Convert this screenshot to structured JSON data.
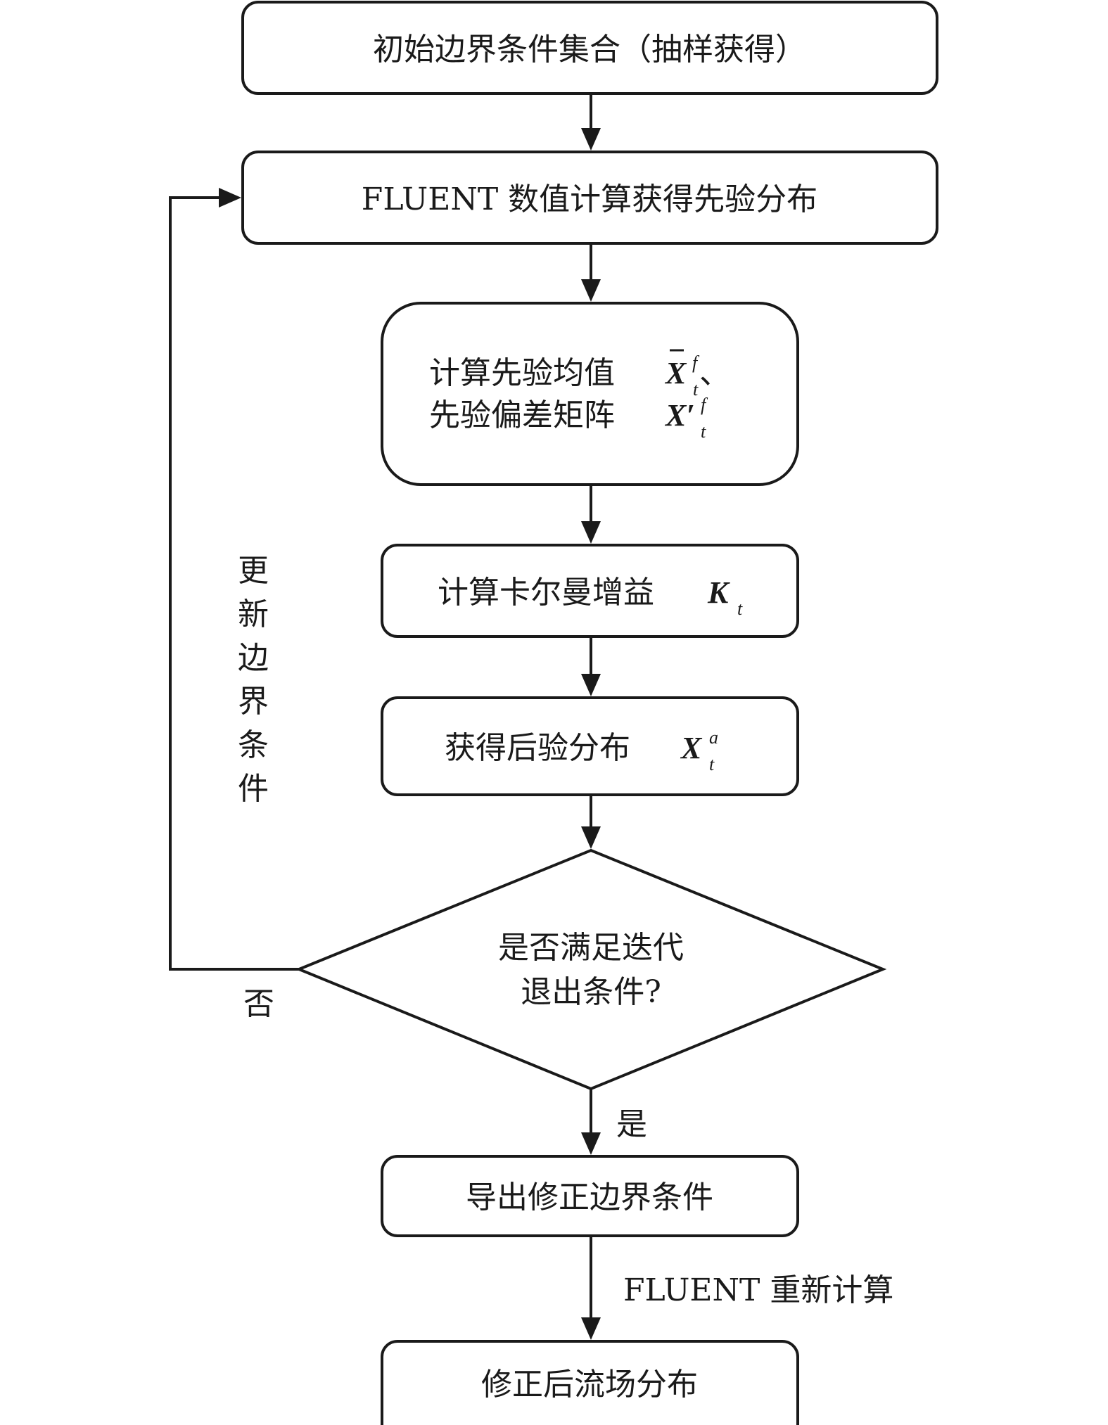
{
  "nodes": {
    "start": {
      "text": "初始边界条件集合（抽样获得）"
    },
    "fluent_prior": {
      "text": "FLUENT 数值计算获得先验分布"
    },
    "prior_stats": {
      "line1": "计算先验均值",
      "line1_sep": "、",
      "line2": "先验偏差矩阵",
      "mean_symbol": {
        "base": "X",
        "sup": "f",
        "sub": "t"
      },
      "dev_symbol": {
        "base": "X′",
        "sup": "f",
        "sub": "t"
      }
    },
    "kalman_gain": {
      "text": "计算卡尔曼增益",
      "symbol": {
        "base": "K",
        "sub": "t"
      }
    },
    "posterior": {
      "text": "获得后验分布",
      "symbol": {
        "base": "X",
        "sup": "a",
        "sub": "t"
      }
    },
    "decision": {
      "line1": "是否满足迭代",
      "line2": "退出条件?"
    },
    "export": {
      "text": "导出修正边界条件"
    },
    "result": {
      "text": "修正后流场分布"
    }
  },
  "edge_labels": {
    "update_chars": [
      "更",
      "新",
      "边",
      "界",
      "条",
      "件"
    ],
    "no": "否",
    "yes": "是",
    "recompute": "FLUENT 重新计算"
  }
}
